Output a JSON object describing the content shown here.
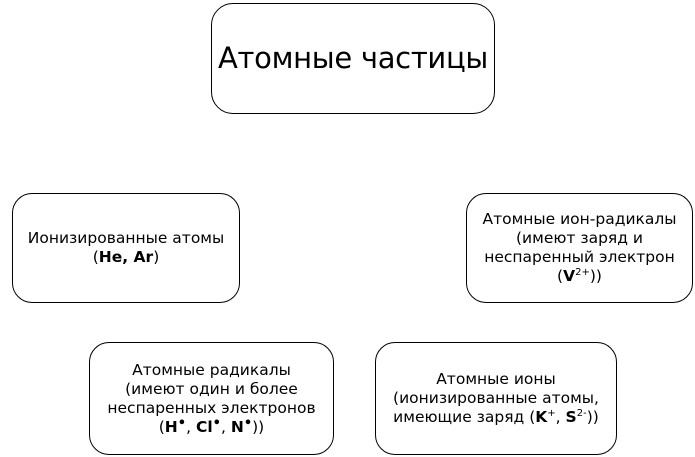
{
  "root": {
    "title": "Атомные частицы"
  },
  "nodes": {
    "ionized_atoms": {
      "line1": "Ионизированные атомы",
      "open": "(",
      "examples": "He, Ar",
      "close": ")"
    },
    "atomic_ion_radicals": {
      "line1": "Атомные ион-радикалы",
      "line2": "(имеют заряд и",
      "line3": "неспаренный электрон",
      "open": "(",
      "element": "V",
      "charge": "2+",
      "close": "))"
    },
    "atomic_radicals": {
      "line1": "Атомные радикалы",
      "line2": "(имеют один и более",
      "line3": "неспаренных электронов",
      "open": "(",
      "h": "H",
      "dot1": "•",
      "sep1": ", ",
      "cl": "Cl",
      "dot2": "•",
      "sep2": ", ",
      "n": "N",
      "dot3": "•",
      "close": "))"
    },
    "atomic_ions": {
      "line1": "Атомные ионы",
      "line2": "(ионизированные атомы,",
      "line3_prefix": "имеющие заряд (",
      "k": "K",
      "k_charge": "+",
      "sep": ", ",
      "s": "S",
      "s_charge": "2-",
      "close": "))"
    }
  }
}
